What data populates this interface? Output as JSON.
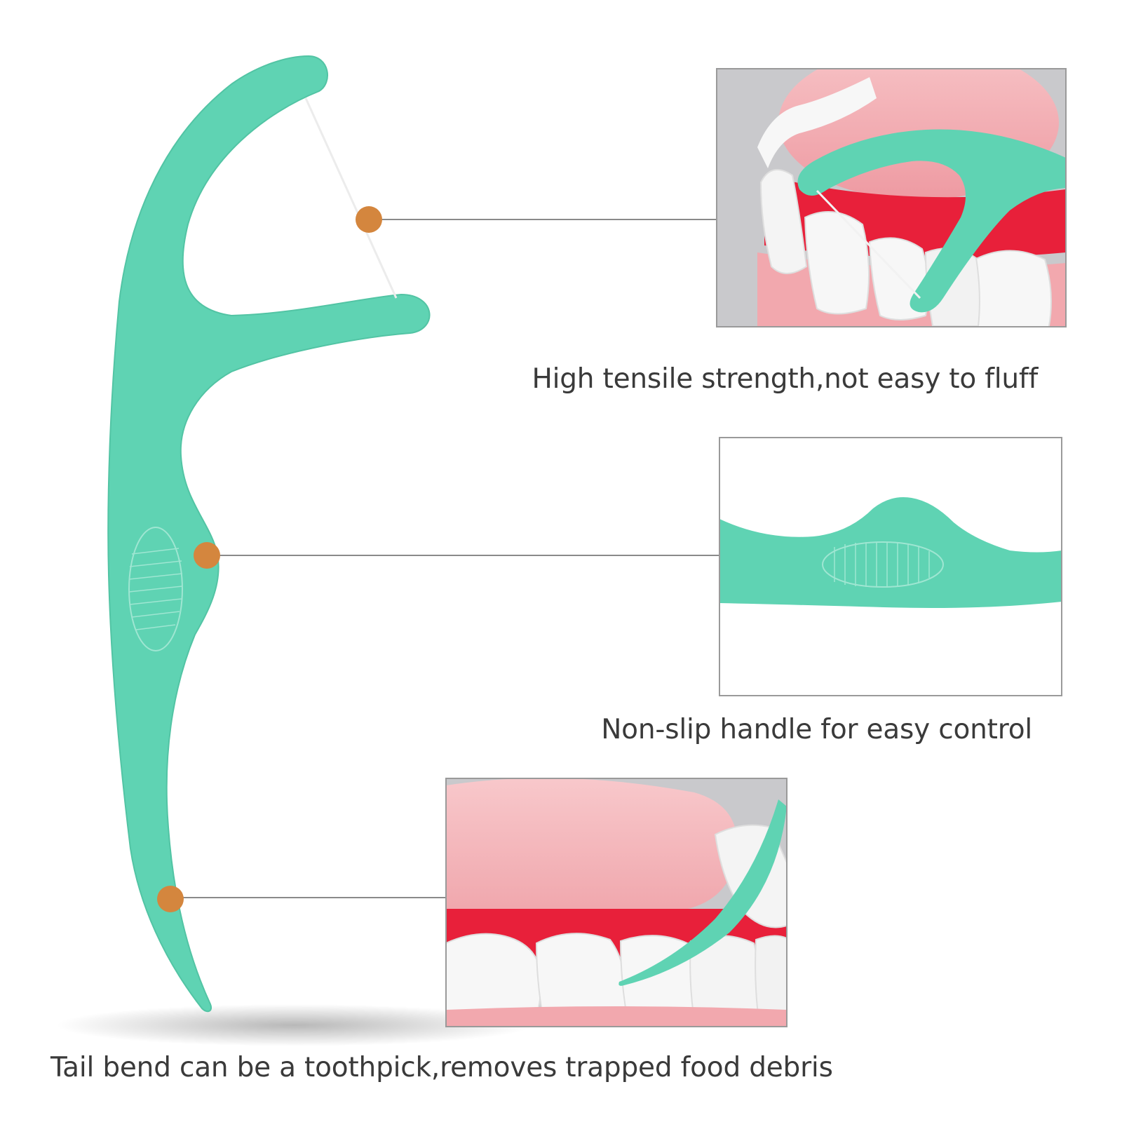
{
  "captions": {
    "tensile": "High tensile strength,not easy to fluff",
    "handle": "Non-slip handle for easy control",
    "tail": "Tail bend can be a toothpick,removes trapped food debris"
  },
  "colors": {
    "pick_body": "#5fd3b3",
    "pick_edge": "#4bbf9f",
    "callout_dot": "#d4863e",
    "leader_line": "#8a8a8a",
    "frame_border": "#9a9a9a",
    "gum_pink": "#f2a8ae",
    "gum_red": "#e8203a",
    "tooth_white": "#f7f7f7",
    "photo_gray": "#c9c9cc",
    "caption_text": "#3a3a3a"
  },
  "icons": {
    "floss_pick": "floss-pick-illustration",
    "callout": "orange-dot-marker",
    "grip": "oval-grip-texture"
  }
}
